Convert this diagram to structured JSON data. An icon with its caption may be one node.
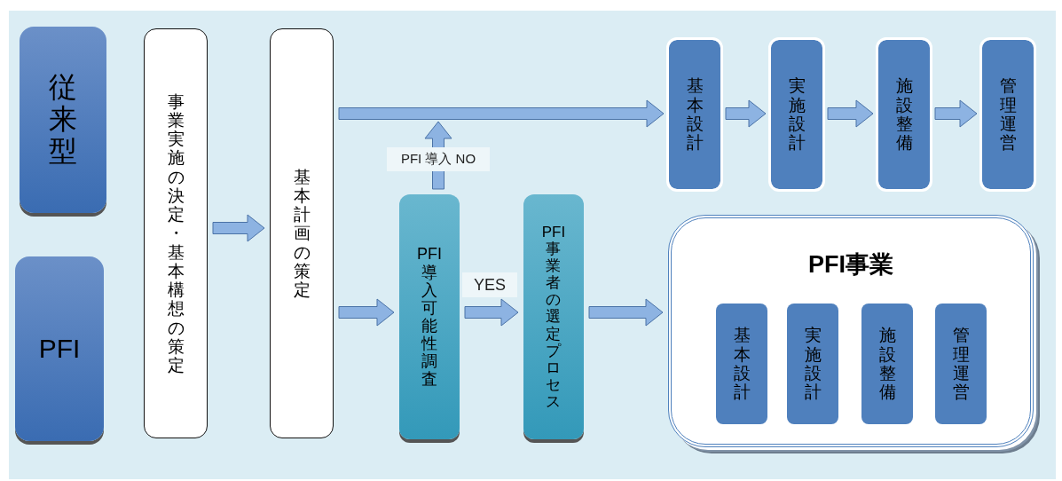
{
  "diagram": {
    "nodes": [
      {
        "text": [
          "従来型"
        ]
      },
      {
        "text": [
          "PFI"
        ]
      },
      {
        "text": [
          "事業実施の決定・基本構想の策定"
        ]
      },
      {
        "text": [
          "基本計画の策定"
        ]
      },
      {
        "text": [
          "PFI導入可能性調査"
        ]
      },
      {
        "text": [
          "PFI事業者の選定プロセス"
        ]
      },
      {
        "text": [
          "基本設計"
        ]
      },
      {
        "text": [
          "実施設計"
        ]
      },
      {
        "text": [
          "施設整備"
        ]
      },
      {
        "text": [
          "管理運営"
        ]
      },
      {
        "text": [
          "PFI事業"
        ]
      },
      {
        "text": [
          "基本設計"
        ],
        "in": 10
      },
      {
        "text": [
          "実施設計"
        ],
        "in": 10
      },
      {
        "text": [
          "施設整備"
        ],
        "in": 10
      },
      {
        "text": [
          "管理運営"
        ],
        "in": 10
      }
    ],
    "edges": [
      {
        "from": 2,
        "to": 3,
        "arrow": "to"
      },
      {
        "from": 3,
        "to": 6,
        "arrow": "to"
      },
      {
        "from": 4,
        "to": 6,
        "arrow": "to",
        "label": "PFI 導入 NO"
      },
      {
        "from": 3,
        "to": 4,
        "arrow": "to"
      },
      {
        "from": 4,
        "to": 5,
        "arrow": "to",
        "label": "YES"
      },
      {
        "from": 5,
        "to": 10,
        "arrow": "to"
      },
      {
        "from": 6,
        "to": 7,
        "arrow": "to"
      },
      {
        "from": 7,
        "to": 8,
        "arrow": "to"
      },
      {
        "from": 8,
        "to": 9,
        "arrow": "to"
      }
    ]
  }
}
